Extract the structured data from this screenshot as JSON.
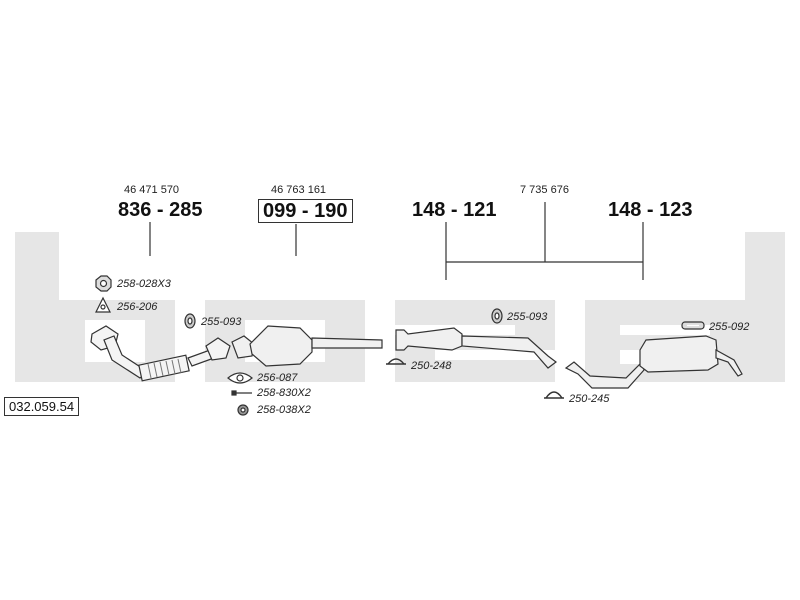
{
  "watermark": "bosal",
  "catalog_number": "032.059.54",
  "groups": [
    {
      "ref": "46 471 570",
      "part": "836 - 285",
      "boxed": false
    },
    {
      "ref": "46 763 161",
      "part": "099 - 190",
      "boxed": true
    },
    {
      "ref": "7 735 676",
      "part_left": "148 - 121",
      "part_right": "148 - 123"
    }
  ],
  "accessories": {
    "a1": "258-028X3",
    "a2": "256-206",
    "a3": "255-093",
    "a4": "256-087",
    "a5": "258-830X2",
    "a6": "258-038X2",
    "a7": "250-248",
    "a8": "255-093",
    "a9": "250-245",
    "a10": "255-092"
  }
}
